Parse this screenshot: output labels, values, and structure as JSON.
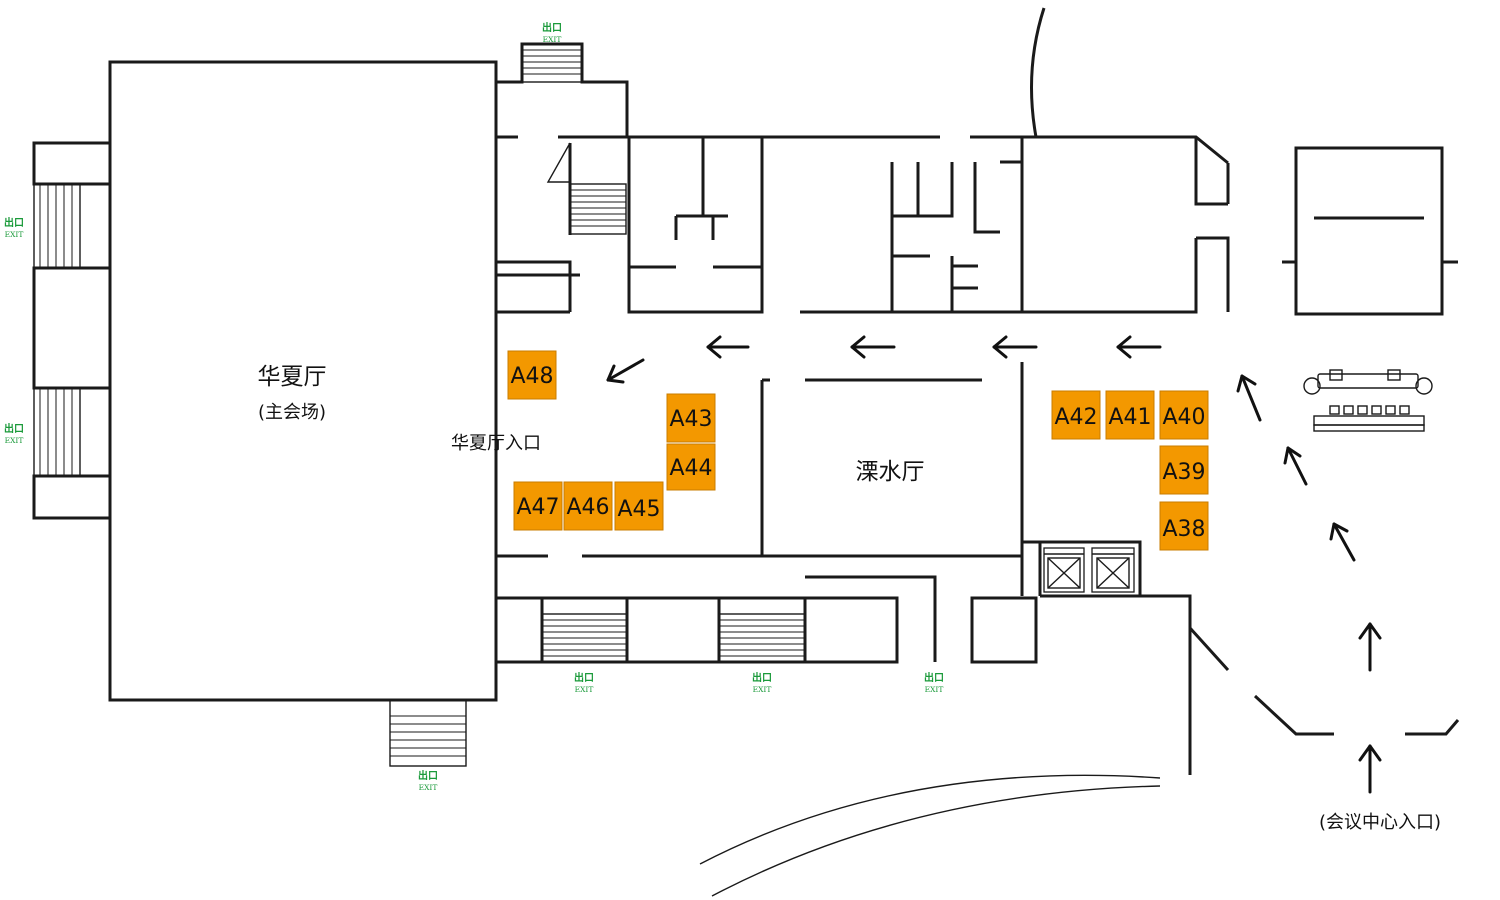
{
  "colors": {
    "booth_fill": "#f39800",
    "wall": "#1a1a1a",
    "exit_text": "#1a9a3a",
    "background": "#ffffff"
  },
  "halls": {
    "huaxia": {
      "name": "华夏厅",
      "subtitle": "(主会场)"
    },
    "huaxia_entrance": "华夏厅入口",
    "lishui": "溧水厅",
    "conference_entrance": "(会议中心入口)"
  },
  "exit": {
    "cn": "出口",
    "en": "EXIT"
  },
  "booths": [
    "A38",
    "A39",
    "A40",
    "A41",
    "A42",
    "A43",
    "A44",
    "A45",
    "A46",
    "A47",
    "A48"
  ],
  "icons": {
    "direction": "arrow-icon",
    "elevator": "elevator-icon",
    "stairs": "stairs-icon",
    "reception": "reception-desk-icon"
  }
}
